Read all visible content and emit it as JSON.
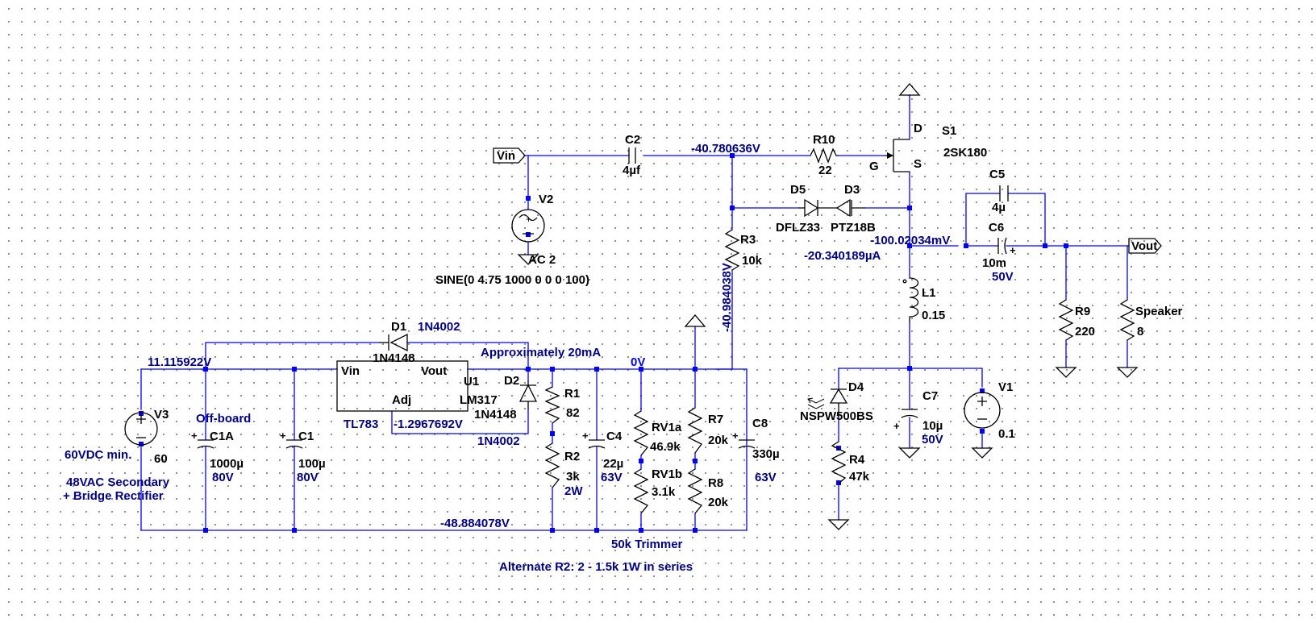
{
  "colors": {
    "wire": "#0000ff",
    "component": "#000000",
    "label_dark": "#000000",
    "label_blue": "#000080",
    "voltage_blue": "#0000ff",
    "background": "#ffffff",
    "grid_dot": "#8a8a8a"
  },
  "nets": {
    "vin": "Vin",
    "vout": "Vout"
  },
  "components": {
    "c2": {
      "name": "C2",
      "value": "4µf"
    },
    "r10": {
      "name": "R10",
      "value": "22"
    },
    "s1": {
      "name": "S1",
      "value": "2SK180",
      "pin_d": "D",
      "pin_g": "G",
      "pin_s": "S"
    },
    "v2": {
      "name": "V2",
      "value": "AC 2",
      "spec": "SINE(0 4.75 1000 0 0 0 100)"
    },
    "d5": {
      "name": "D5",
      "value": "DFLZ33"
    },
    "d3": {
      "name": "D3",
      "value": "PTZ18B"
    },
    "r3": {
      "name": "R3",
      "value": "10k"
    },
    "c5": {
      "name": "C5",
      "value": "4µ"
    },
    "c6": {
      "name": "C6",
      "value": "10m",
      "rating": "50V"
    },
    "l1": {
      "name": "L1",
      "value": "0.15"
    },
    "r9": {
      "name": "R9",
      "value": "220"
    },
    "speaker": {
      "name": "Speaker",
      "value": "8"
    },
    "d1": {
      "name": "D1",
      "value": "1N4148",
      "alt": "1N4002"
    },
    "u1": {
      "name": "U1",
      "value": "LM317",
      "alt": "TL783",
      "pin_vin": "Vin",
      "pin_vout": "Vout",
      "pin_adj": "Adj"
    },
    "d2": {
      "name": "D2",
      "value": "1N4148",
      "alt": "1N4002"
    },
    "r1": {
      "name": "R1",
      "value": "82"
    },
    "r2": {
      "name": "R2",
      "value": "3k",
      "rating": "2W"
    },
    "c4": {
      "name": "C4",
      "value": "22µ",
      "rating": "63V"
    },
    "rv1a": {
      "name": "RV1a",
      "value": "46.9k"
    },
    "rv1b": {
      "name": "RV1b",
      "value": "3.1k"
    },
    "r7": {
      "name": "R7",
      "value": "20k"
    },
    "r8": {
      "name": "R8",
      "value": "20k"
    },
    "c8": {
      "name": "C8",
      "value": "330µ",
      "rating": "63V"
    },
    "v3": {
      "name": "V3",
      "value": "60",
      "note1": "60VDC min.",
      "note2": "48VAC Secondary",
      "note3": "+ Bridge Rectifier"
    },
    "c1a": {
      "name": "C1A",
      "value": "1000µ",
      "rating": "80V",
      "note": "Off-board"
    },
    "c1": {
      "name": "C1",
      "value": "100µ",
      "rating": "80V"
    },
    "d4": {
      "name": "D4",
      "value": "NSPW500BS"
    },
    "r4": {
      "name": "R4",
      "value": "47k"
    },
    "c7": {
      "name": "C7",
      "value": "10µ",
      "rating": "50V"
    },
    "v1": {
      "name": "V1",
      "value": "0.1"
    }
  },
  "voltages": {
    "gate": "-40.780636V",
    "r3_node": "-40.984038V",
    "source": "-100.02034mV",
    "current": "-20.340189µA",
    "supply_pos": "11.115922V",
    "adj": "-1.2967692V",
    "zero": "0V",
    "supply_neg": "-48.884078V"
  },
  "notes": {
    "approx": "Approximately 20mA",
    "trimmer": "50k Trimmer",
    "alternate": "Alternate R2: 2 - 1.5k 1W in series"
  }
}
